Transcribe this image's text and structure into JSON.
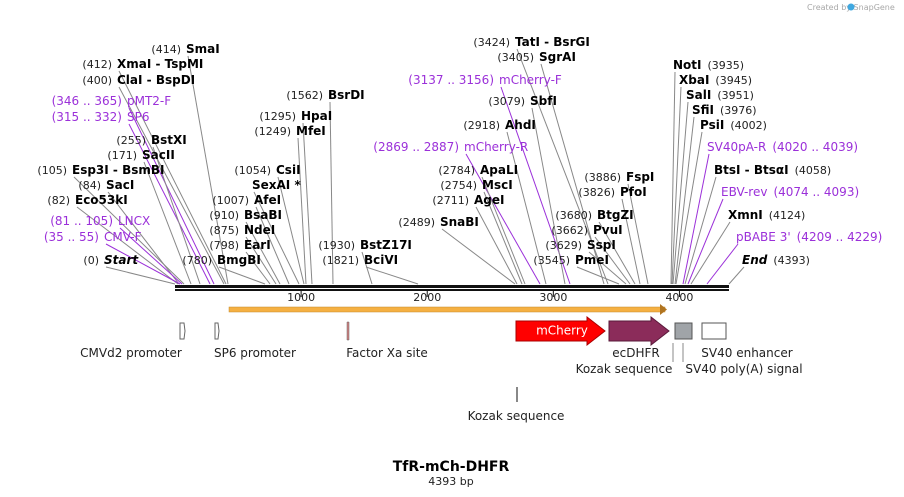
{
  "watermark": "Created by SnapGene",
  "title": "TfR-mCh-DHFR",
  "subtitle": "4393 bp",
  "colors": {
    "primer": "#9b30d9",
    "mcherry": "#ff0000",
    "ecdhfr": "#8b2c5a",
    "orf_bar": "#f5b042",
    "sv40pa": "#a0a4a8"
  },
  "site_labels": [
    {
      "pos": "(414)",
      "name": "SmaI",
      "name_italic": false,
      "primer": false
    },
    {
      "pos": "(412)",
      "name": "XmaI  - TspMI",
      "name_italic": false,
      "primer": false
    },
    {
      "pos": "(400)",
      "name": "ClaI  - BspDI",
      "name_italic": false,
      "primer": false
    },
    {
      "pos": "(346 .. 365)",
      "name": "pMT2-F",
      "name_italic": false,
      "primer": true
    },
    {
      "pos": "(315 .. 332)",
      "name": "SP6",
      "name_italic": false,
      "primer": true
    },
    {
      "pos": "(255)",
      "name": "BstXI",
      "name_italic": false,
      "primer": false
    },
    {
      "pos": "(171)",
      "name": "SacII",
      "name_italic": false,
      "primer": false
    },
    {
      "pos": "(105)",
      "name": "Esp3I  - BsmBI",
      "name_italic": false,
      "primer": false
    },
    {
      "pos": "(84)",
      "name": "SacI",
      "name_italic": false,
      "primer": false
    },
    {
      "pos": "(82)",
      "name": "Eco53kI",
      "name_italic": false,
      "primer": false
    },
    {
      "pos": "(81 .. 105)",
      "name": "LNCX",
      "name_italic": false,
      "primer": true
    },
    {
      "pos": "(35 .. 55)",
      "name": "CMV-F",
      "name_italic": false,
      "primer": true
    },
    {
      "pos": "(0)",
      "name": "Start",
      "name_italic": true,
      "primer": false
    },
    {
      "pos": "(1562)",
      "name": "BsrDI",
      "name_italic": false,
      "primer": false
    },
    {
      "pos": "(1295)",
      "name": "HpaI",
      "name_italic": false,
      "primer": false
    },
    {
      "pos": "(1249)",
      "name": "MfeI",
      "name_italic": false,
      "primer": false
    },
    {
      "pos": "(1054)",
      "name": "CsiI",
      "name_italic": false,
      "primer": false
    },
    {
      "pos": "",
      "name": "SexAI *",
      "name_italic": false,
      "primer": false
    },
    {
      "pos": "(1007)",
      "name": "AfeI",
      "name_italic": false,
      "primer": false
    },
    {
      "pos": "(910)",
      "name": "BsaBI",
      "name_italic": false,
      "primer": false
    },
    {
      "pos": "(875)",
      "name": "NdeI",
      "name_italic": false,
      "primer": false
    },
    {
      "pos": "(798)",
      "name": "EarI",
      "name_italic": false,
      "primer": false
    },
    {
      "pos": "(780)",
      "name": "BmgBI",
      "name_italic": false,
      "primer": false
    },
    {
      "pos": "(1930)",
      "name": "BstZ17I",
      "name_italic": false,
      "primer": false
    },
    {
      "pos": "(1821)",
      "name": "BciVI",
      "name_italic": false,
      "primer": false
    },
    {
      "pos": "(3424)",
      "name": "TatI  - BsrGI",
      "name_italic": false,
      "primer": false
    },
    {
      "pos": "(3405)",
      "name": "SgrAI",
      "name_italic": false,
      "primer": false
    },
    {
      "pos": "(3137 .. 3156)",
      "name": "mCherry-F",
      "name_italic": false,
      "primer": true
    },
    {
      "pos": "(3079)",
      "name": "SbfI",
      "name_italic": false,
      "primer": false
    },
    {
      "pos": "(2918)",
      "name": "AhdI",
      "name_italic": false,
      "primer": false
    },
    {
      "pos": "(2869 .. 2887)",
      "name": "mCherry-R",
      "name_italic": false,
      "primer": true
    },
    {
      "pos": "(2784)",
      "name": "ApaLI",
      "name_italic": false,
      "primer": false
    },
    {
      "pos": "(2754)",
      "name": "MscI",
      "name_italic": false,
      "primer": false
    },
    {
      "pos": "(2711)",
      "name": "AgeI",
      "name_italic": false,
      "primer": false
    },
    {
      "pos": "(2489)",
      "name": "SnaBI",
      "name_italic": false,
      "primer": false
    },
    {
      "pos": "(3886)",
      "name": "FspI",
      "name_italic": false,
      "primer": false
    },
    {
      "pos": "(3826)",
      "name": "PfoI",
      "name_italic": false,
      "primer": false
    },
    {
      "pos": "(3680)",
      "name": "BtgZI",
      "name_italic": false,
      "primer": false
    },
    {
      "pos": "(3662)",
      "name": "PvuI",
      "name_italic": false,
      "primer": false
    },
    {
      "pos": "(3629)",
      "name": "SspI",
      "name_italic": false,
      "primer": false
    },
    {
      "pos": "(3545)",
      "name": "PmeI",
      "name_italic": false,
      "primer": false
    },
    {
      "pos": "(3935)",
      "name": "NotI",
      "name_italic": false,
      "primer": false
    },
    {
      "pos": "(3945)",
      "name": "XbaI",
      "name_italic": false,
      "primer": false
    },
    {
      "pos": "(3951)",
      "name": "SalI",
      "name_italic": false,
      "primer": false
    },
    {
      "pos": "(3976)",
      "name": "SfiI",
      "name_italic": false,
      "primer": false
    },
    {
      "pos": "(4002)",
      "name": "PsiI",
      "name_italic": false,
      "primer": false
    },
    {
      "pos": "(4020 .. 4039)",
      "name": "SV40pA-R",
      "name_italic": false,
      "primer": true
    },
    {
      "pos": "(4058)",
      "name": "BtsI  - BtsαI",
      "name_italic": false,
      "primer": false
    },
    {
      "pos": "(4074 .. 4093)",
      "name": "EBV-rev",
      "name_italic": false,
      "primer": true
    },
    {
      "pos": "(4124)",
      "name": "XmnI",
      "name_italic": false,
      "primer": false
    },
    {
      "pos": "(4209 .. 4229)",
      "name": "pBABE 3'",
      "name_italic": false,
      "primer": true
    },
    {
      "pos": "(4393)",
      "name": "End",
      "name_italic": true,
      "primer": false
    }
  ],
  "ticks": [
    "1000",
    "2000",
    "3000",
    "4000"
  ],
  "features": [
    {
      "name": "mCherry"
    },
    {
      "name": "CMVd2 promoter"
    },
    {
      "name": "SP6 promoter"
    },
    {
      "name": "Factor Xa site"
    },
    {
      "name": "ecDHFR"
    },
    {
      "name": "Kozak sequence"
    },
    {
      "name": "SV40 enhancer"
    },
    {
      "name": "SV40 poly(A) signal"
    },
    {
      "name": "Kozak sequence"
    }
  ]
}
